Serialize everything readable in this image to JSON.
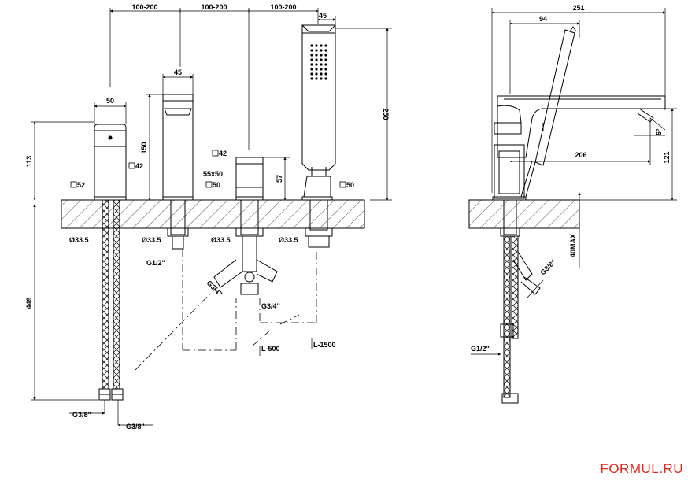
{
  "front_view": {
    "top_spacings": [
      "100-200",
      "100-200",
      "100-200"
    ],
    "handshower_width": "45",
    "handshower_height": "250",
    "spout_width": "45",
    "spout_height": "150",
    "spout_base": "55x50",
    "spout_square": "50",
    "mixer_width": "50",
    "mixer_height": "113",
    "mixer_square_top": "42",
    "mixer_square_base": "52",
    "diverter_square": "42",
    "diverter_height": "57",
    "diverter_base": "50",
    "holder_base": "50",
    "hole_diameters": [
      "Ø33.5",
      "Ø33.5",
      "Ø33.5",
      "Ø33.5"
    ],
    "spout_thread": "G1/2\"",
    "diverter_thread_left": "G3/4\"",
    "diverter_thread_bottom": "G3/4\"",
    "hose_length": "449",
    "hose_threads": [
      "G3/8\"",
      "G3/8\""
    ],
    "hose_l1": "L-500",
    "hose_l2": "L-1500"
  },
  "side_view": {
    "overall_depth": "251",
    "handshower_offset": "94",
    "spout_reach": "206",
    "height": "121",
    "angle": "6°",
    "thickness": "40MAX",
    "thread_top": "G3/8\"",
    "thread_bottom": "G1/2\""
  },
  "brand": "FORMUL.RU"
}
